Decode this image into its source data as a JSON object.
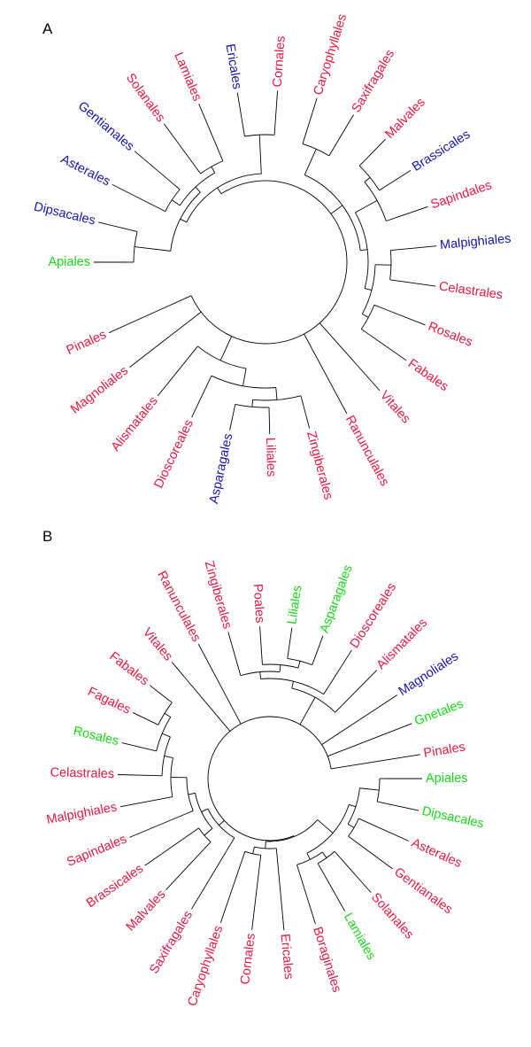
{
  "colors": {
    "red": "#e8173f",
    "blue": "#1414b4",
    "green": "#18d818",
    "line": "#000000"
  },
  "panels": [
    {
      "letter": "A",
      "leaves": [
        {
          "label": "Apiales",
          "color": "green"
        },
        {
          "label": "Dipsacales",
          "color": "blue"
        },
        {
          "label": "Asterales",
          "color": "blue"
        },
        {
          "label": "Gentianales",
          "color": "blue"
        },
        {
          "label": "Solanales",
          "color": "red"
        },
        {
          "label": "Lamiales",
          "color": "red"
        },
        {
          "label": "Ericales",
          "color": "blue"
        },
        {
          "label": "Cornales",
          "color": "red"
        },
        {
          "label": "Caryophyllales",
          "color": "red"
        },
        {
          "label": "Saxifragales",
          "color": "red"
        },
        {
          "label": "Malvales",
          "color": "red"
        },
        {
          "label": "Brassicales",
          "color": "blue"
        },
        {
          "label": "Sapindales",
          "color": "red"
        },
        {
          "label": "Malpighiales",
          "color": "blue"
        },
        {
          "label": "Celastrales",
          "color": "red"
        },
        {
          "label": "Rosales",
          "color": "red"
        },
        {
          "label": "Fabales",
          "color": "red"
        },
        {
          "label": "Vitales",
          "color": "red"
        },
        {
          "label": "Ranunculales",
          "color": "red"
        },
        {
          "label": "Zingiberales",
          "color": "red"
        },
        {
          "label": "Liliales",
          "color": "red"
        },
        {
          "label": "Asparagales",
          "color": "blue"
        },
        {
          "label": "Dioscoreales",
          "color": "red"
        },
        {
          "label": "Alismatales",
          "color": "red"
        },
        {
          "label": "Magnoliales",
          "color": "red"
        },
        {
          "label": "Pinales",
          "color": "red"
        }
      ]
    },
    {
      "letter": "B",
      "leaves": [
        {
          "label": "Apiales",
          "color": "green"
        },
        {
          "label": "Dipsacales",
          "color": "green"
        },
        {
          "label": "Asterales",
          "color": "red"
        },
        {
          "label": "Gentianales",
          "color": "red"
        },
        {
          "label": "Solanales",
          "color": "red"
        },
        {
          "label": "Lamiales",
          "color": "green"
        },
        {
          "label": "Boraginales",
          "color": "red"
        },
        {
          "label": "Ericales",
          "color": "red"
        },
        {
          "label": "Cornales",
          "color": "red"
        },
        {
          "label": "Caryophyllales",
          "color": "red"
        },
        {
          "label": "Saxifragales",
          "color": "red"
        },
        {
          "label": "Malvales",
          "color": "red"
        },
        {
          "label": "Brassicales",
          "color": "red"
        },
        {
          "label": "Sapindales",
          "color": "red"
        },
        {
          "label": "Malpighiales",
          "color": "red"
        },
        {
          "label": "Celastrales",
          "color": "red"
        },
        {
          "label": "Rosales",
          "color": "green"
        },
        {
          "label": "Fagales",
          "color": "red"
        },
        {
          "label": "Fabales",
          "color": "red"
        },
        {
          "label": "Vitales",
          "color": "red"
        },
        {
          "label": "Ranunculales",
          "color": "red"
        },
        {
          "label": "Zingiberales",
          "color": "red"
        },
        {
          "label": "Poales",
          "color": "red"
        },
        {
          "label": "Liliales",
          "color": "green"
        },
        {
          "label": "Asparagales",
          "color": "green"
        },
        {
          "label": "Dioscoreales",
          "color": "red"
        },
        {
          "label": "Alismatales",
          "color": "red"
        },
        {
          "label": "Magnoliales",
          "color": "blue"
        },
        {
          "label": "Gnetales",
          "color": "green"
        },
        {
          "label": "Pinales",
          "color": "red"
        }
      ]
    }
  ]
}
